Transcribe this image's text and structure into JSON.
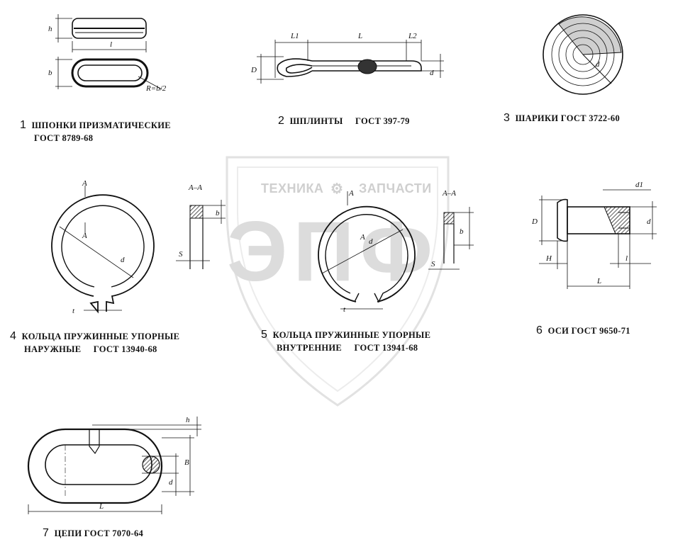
{
  "watermark": {
    "left": "ТЕХНИКА",
    "right": "ЗАПЧАСТИ",
    "logo": "ЭПФ"
  },
  "items": [
    {
      "num": "1",
      "line1": "ШПОНКИ ПРИЗМАТИЧЕСКИЕ",
      "line2": "ГОСТ 8789-68",
      "labels": [
        "h",
        "l",
        "b",
        "R=b/2"
      ]
    },
    {
      "num": "2",
      "line1": "ШПЛИНТЫ",
      "standard": "ГОСТ 397-79",
      "labels": [
        "L1",
        "L",
        "L2",
        "D",
        "d"
      ]
    },
    {
      "num": "3",
      "line1": "ШАРИКИ ГОСТ 3722-60",
      "labels": [
        "d"
      ]
    },
    {
      "num": "4",
      "line1": "КОЛЬЦА ПРУЖИННЫЕ УПОРНЫЕ",
      "line2a": "НАРУЖНЫЕ",
      "line2b": "ГОСТ 13940-68",
      "labels": [
        "A",
        "A",
        "d",
        "t",
        "A–A",
        "b",
        "S"
      ]
    },
    {
      "num": "5",
      "line1": "КОЛЬЦА ПРУЖИННЫЕ УПОРНЫЕ",
      "line2a": "ВНУТРЕННИЕ",
      "line2b": "ГОСТ 13941-68",
      "labels": [
        "A",
        "A",
        "d",
        "t",
        "A–A",
        "b",
        "S"
      ]
    },
    {
      "num": "6",
      "line1": "ОСИ ГОСТ 9650-71",
      "labels": [
        "d1",
        "D",
        "d",
        "H",
        "l",
        "L"
      ]
    },
    {
      "num": "7",
      "line1": "ЦЕПИ ГОСТ 7070-64",
      "labels": [
        "h",
        "B",
        "d",
        "L"
      ]
    }
  ]
}
